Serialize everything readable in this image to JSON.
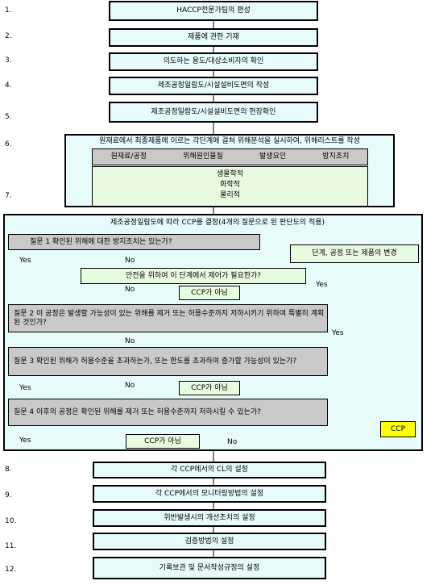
{
  "steps": [
    {
      "num": "1.",
      "label": "HACCP전문가팀의 편성"
    },
    {
      "num": "2.",
      "label": "제품에 관한 기재"
    },
    {
      "num": "3.",
      "label": "의도하는 용도/대상소비자의 확인"
    },
    {
      "num": "4.",
      "label": "제조공정일람도/시설설비도면의 작성"
    },
    {
      "num": "5.",
      "label": "제조공정일람도/시설설비도면의 현장확인"
    },
    {
      "num": "6.",
      "label": "원재료에서 최종제품에 이르는 각단계에 걸쳐 위해분석을 실시하여, 위해리스트를 작성"
    },
    {
      "num": "7.",
      "label": ""
    },
    {
      "num": "8.",
      "label": "각 CCP에서의 CL의 설정"
    },
    {
      "num": "9.",
      "label": "각 CCP에서의 모니터링방법의 설정"
    },
    {
      "num": "10.",
      "label": "위반발생시의 개선조치의 설정"
    },
    {
      "num": "11.",
      "label": "검증방법의 설정"
    },
    {
      "num": "12.",
      "label": "기록보관 및 문서작성규정의 설정"
    }
  ],
  "hazard_table": {
    "headers": [
      "원재료/공정",
      "위해원인물질",
      "발생요인",
      "방지조치"
    ],
    "rows": [
      "생물학적",
      "화학적",
      "물리적"
    ]
  },
  "ccp_section": {
    "title": "제조공정일람도에 따라 CCP를 결정(4개의 질문으로 된 판단도의 적용)",
    "q1": "질문 1   확인된 위해에 대한 방지조치는 있는가?",
    "modify": "단계, 공정 또는 제품의 변경",
    "control_needed": "안전을 위하여 이 단계에서 제어가 필요한가?",
    "q2": "질문 2   이 공정은 발생할 가능성이 있는 위해를 제거 또는 허용수준까지 저하시키기 위하여 특별히 계획된 것인가?",
    "q3": "질문 3   확인된 위해가 허용수준을 초과하는가, 또는 한도를 초과하여 증가할 가능성이 있는가?",
    "q4": "질문 4   이후의 공정은 확인된 위해를 제거 또는 허용수준까지 저하시킬 수 있는가?",
    "not_ccp": "CCP가 아님",
    "ccp": "CCP",
    "yes": "Yes",
    "no": "No"
  }
}
